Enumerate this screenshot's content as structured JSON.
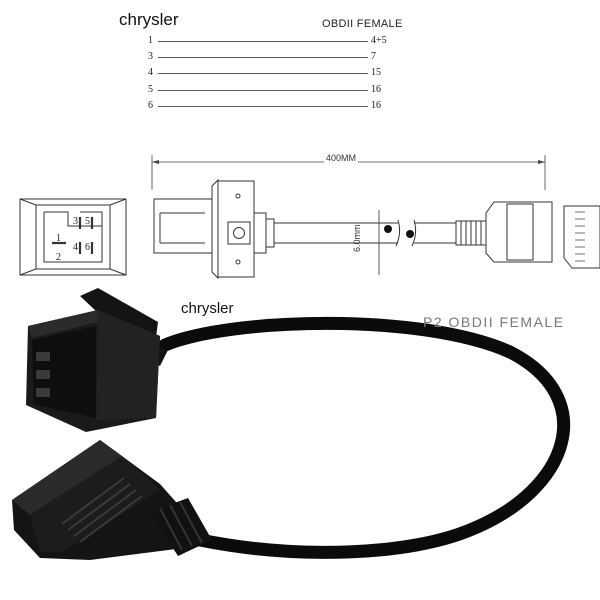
{
  "wiring": {
    "left_label": "chrysler",
    "right_label": "OBDII  FEMALE",
    "rows": [
      {
        "from": "1",
        "to": "4+5"
      },
      {
        "from": "3",
        "to": "7"
      },
      {
        "from": "4",
        "to": "15"
      },
      {
        "from": "5",
        "to": "16"
      },
      {
        "from": "6",
        "to": "16"
      }
    ]
  },
  "drawing": {
    "length_label": "400MM",
    "diameter_label": "6.0mm",
    "pin_labels": [
      "3",
      "5",
      "1",
      "4",
      "6",
      "2"
    ]
  },
  "photo": {
    "left_label": "chrysler",
    "right_label": "P2  OBDII  FEMALE"
  }
}
